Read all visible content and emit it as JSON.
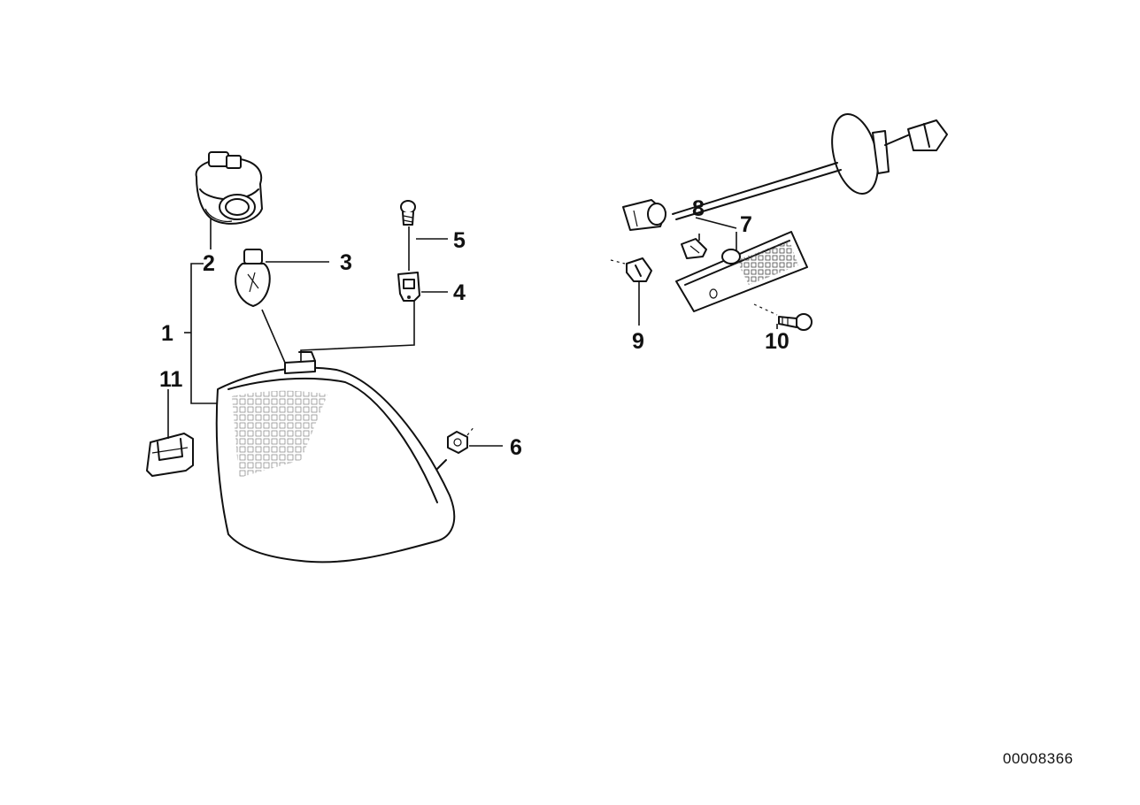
{
  "callouts": {
    "c1": "1",
    "c2": "2",
    "c3": "3",
    "c4": "4",
    "c5": "5",
    "c6": "6",
    "c7": "7",
    "c8": "8",
    "c9": "9",
    "c10": "10",
    "c11": "11"
  },
  "diagram_number": "00008366"
}
